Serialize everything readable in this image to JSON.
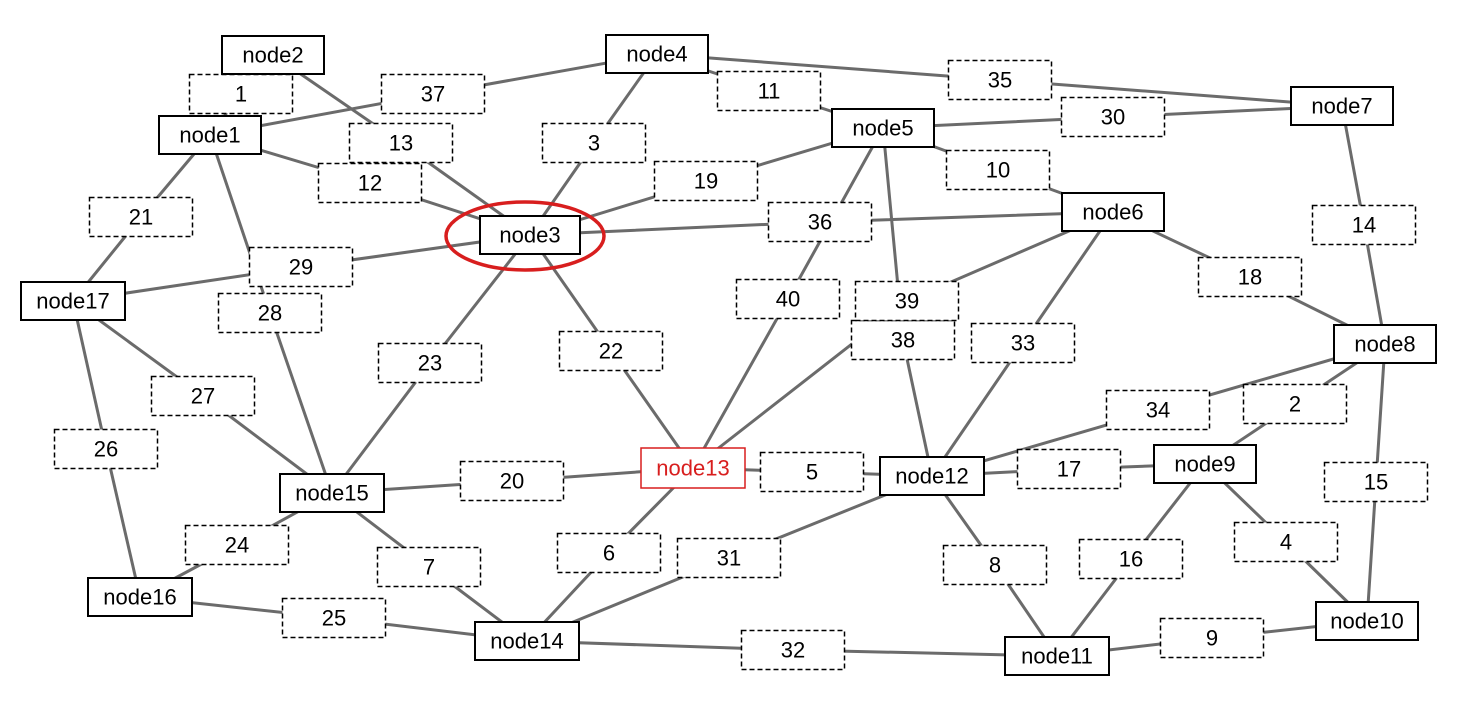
{
  "graph": {
    "nodes": [
      {
        "id": "node1",
        "label": "node1"
      },
      {
        "id": "node2",
        "label": "node2"
      },
      {
        "id": "node3",
        "label": "node3"
      },
      {
        "id": "node4",
        "label": "node4"
      },
      {
        "id": "node5",
        "label": "node5"
      },
      {
        "id": "node6",
        "label": "node6"
      },
      {
        "id": "node7",
        "label": "node7"
      },
      {
        "id": "node8",
        "label": "node8"
      },
      {
        "id": "node9",
        "label": "node9"
      },
      {
        "id": "node10",
        "label": "node10"
      },
      {
        "id": "node11",
        "label": "node11"
      },
      {
        "id": "node12",
        "label": "node12"
      },
      {
        "id": "node13",
        "label": "node13"
      },
      {
        "id": "node14",
        "label": "node14"
      },
      {
        "id": "node15",
        "label": "node15"
      },
      {
        "id": "node16",
        "label": "node16"
      },
      {
        "id": "node17",
        "label": "node17"
      }
    ],
    "edges": [
      {
        "from": "node1",
        "to": "node2",
        "weight": "1"
      },
      {
        "from": "node8",
        "to": "node9",
        "weight": "2"
      },
      {
        "from": "node3",
        "to": "node4",
        "weight": "3"
      },
      {
        "from": "node9",
        "to": "node10",
        "weight": "4"
      },
      {
        "from": "node12",
        "to": "node13",
        "weight": "5"
      },
      {
        "from": "node13",
        "to": "node14",
        "weight": "6"
      },
      {
        "from": "node14",
        "to": "node15",
        "weight": "7"
      },
      {
        "from": "node11",
        "to": "node12",
        "weight": "8"
      },
      {
        "from": "node10",
        "to": "node11",
        "weight": "9"
      },
      {
        "from": "node5",
        "to": "node6",
        "weight": "10"
      },
      {
        "from": "node4",
        "to": "node5",
        "weight": "11"
      },
      {
        "from": "node1",
        "to": "node3",
        "weight": "12"
      },
      {
        "from": "node2",
        "to": "node3",
        "weight": "13"
      },
      {
        "from": "node7",
        "to": "node8",
        "weight": "14"
      },
      {
        "from": "node8",
        "to": "node10",
        "weight": "15"
      },
      {
        "from": "node9",
        "to": "node11",
        "weight": "16"
      },
      {
        "from": "node9",
        "to": "node12",
        "weight": "17"
      },
      {
        "from": "node6",
        "to": "node8",
        "weight": "18"
      },
      {
        "from": "node3",
        "to": "node5",
        "weight": "19"
      },
      {
        "from": "node13",
        "to": "node15",
        "weight": "20"
      },
      {
        "from": "node1",
        "to": "node17",
        "weight": "21"
      },
      {
        "from": "node3",
        "to": "node13",
        "weight": "22"
      },
      {
        "from": "node3",
        "to": "node15",
        "weight": "23"
      },
      {
        "from": "node15",
        "to": "node16",
        "weight": "24"
      },
      {
        "from": "node14",
        "to": "node16",
        "weight": "25"
      },
      {
        "from": "node16",
        "to": "node17",
        "weight": "26"
      },
      {
        "from": "node15",
        "to": "node17",
        "weight": "27"
      },
      {
        "from": "node1",
        "to": "node15",
        "weight": "28"
      },
      {
        "from": "node3",
        "to": "node17",
        "weight": "29"
      },
      {
        "from": "node5",
        "to": "node7",
        "weight": "30"
      },
      {
        "from": "node12",
        "to": "node14",
        "weight": "31"
      },
      {
        "from": "node11",
        "to": "node14",
        "weight": "32"
      },
      {
        "from": "node6",
        "to": "node12",
        "weight": "33"
      },
      {
        "from": "node8",
        "to": "node12",
        "weight": "34"
      },
      {
        "from": "node4",
        "to": "node7",
        "weight": "35"
      },
      {
        "from": "node3",
        "to": "node6",
        "weight": "36"
      },
      {
        "from": "node1",
        "to": "node4",
        "weight": "37"
      },
      {
        "from": "node5",
        "to": "node12",
        "weight": "38"
      },
      {
        "from": "node6",
        "to": "node13",
        "weight": "39"
      },
      {
        "from": "node5",
        "to": "node13",
        "weight": "40"
      }
    ],
    "highlighted_node": "node13",
    "circled_node": "node3",
    "highlight_color": "#d81e1e",
    "edge_color": "#6b6b6b"
  }
}
